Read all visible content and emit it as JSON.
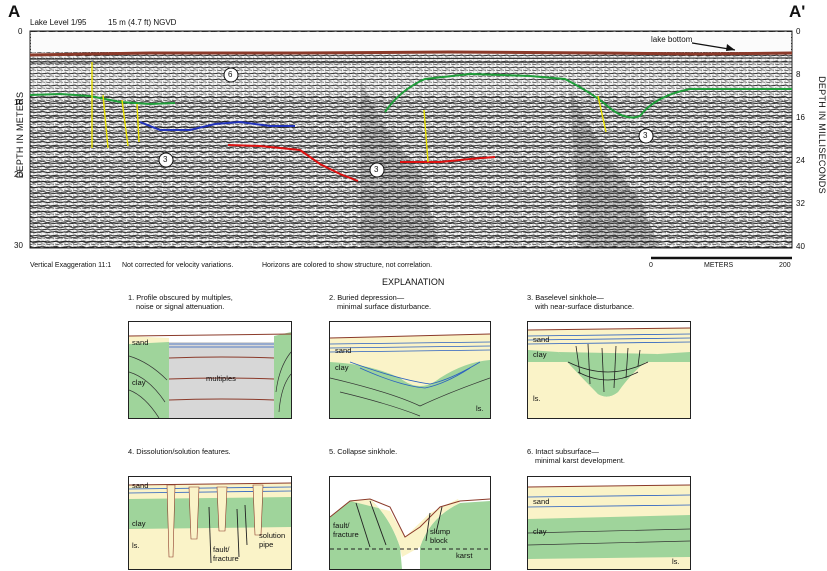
{
  "profile": {
    "label_left": "A",
    "label_right": "A'",
    "header_lake": "Lake Level 1/95",
    "header_level": "15 m (4.7 ft) NGVD",
    "left_axis_title": "DEPTH IN METERS",
    "right_axis_title": "DEPTH IN MILLISECONDS",
    "left_ticks": [
      "0",
      "10",
      "20",
      "30"
    ],
    "right_ticks": [
      "0",
      "8",
      "16",
      "24",
      "32",
      "40"
    ],
    "lake_bottom_label": "lake bottom",
    "horizon_labels": [
      "6",
      "3",
      "3",
      "3"
    ],
    "footer_exaggeration": "Vertical Exaggeration 11:1",
    "footer_velocity": "Not corrected for velocity variations.",
    "footer_horizons": "Horizons are colored to show structure, not correlation.",
    "scale_start": "0",
    "scale_unit": "METERS",
    "scale_end": "200"
  },
  "explanation": {
    "title": "EXPLANATION",
    "panels": [
      {
        "caption_1": "1. Profile obscured by multiples,",
        "caption_2": "noise or signal attenuation.",
        "labels": [
          "sand",
          "clay",
          "multiples"
        ]
      },
      {
        "caption_1": "2. Buried depression—",
        "caption_2": "minimal surface disturbance.",
        "labels": [
          "sand",
          "clay",
          "ls."
        ]
      },
      {
        "caption_1": "3. Baselevel sinkhole—",
        "caption_2": "with near-surface disturbance.",
        "labels": [
          "sand",
          "clay",
          "ls."
        ]
      },
      {
        "caption_1": "4. Dissolution/solution features.",
        "caption_2": "",
        "labels": [
          "sand",
          "clay",
          "ls.",
          "fault/",
          "fracture",
          "solution",
          "pipe"
        ]
      },
      {
        "caption_1": "5. Collapse sinkhole.",
        "caption_2": "",
        "labels": [
          "fault/",
          "fracture",
          "slump",
          "block",
          "karst"
        ]
      },
      {
        "caption_1": "6. Intact subsurface—",
        "caption_2": "minimal karst development.",
        "labels": [
          "sand",
          "clay",
          "ls."
        ]
      }
    ]
  },
  "colors": {
    "sand": "#faf3c8",
    "clay": "#9fd49b",
    "multiples": "#d7d7d7",
    "horizon_green": "#1f9e3a",
    "horizon_blue": "#2233bb",
    "horizon_red": "#dd1111",
    "fault_yellow": "#e8e000",
    "lake_bottom": "#8b3a2a"
  }
}
